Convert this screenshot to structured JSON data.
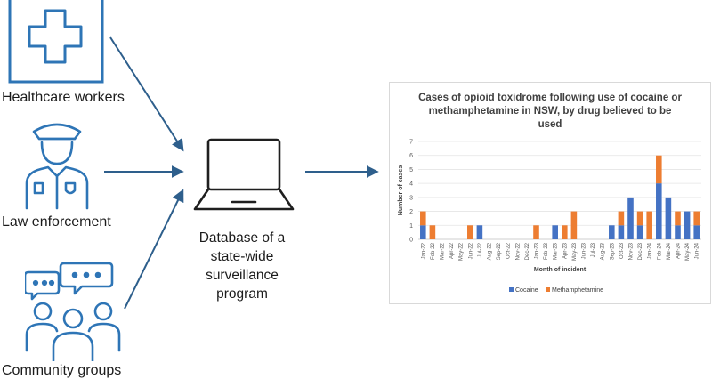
{
  "sources": [
    {
      "label": "Healthcare workers",
      "icon": "medical-cross-icon"
    },
    {
      "label": "Law enforcement",
      "icon": "police-officer-icon"
    },
    {
      "label": "Community groups",
      "icon": "people-group-chat-icon"
    }
  ],
  "database": {
    "icon": "laptop-icon",
    "label_lines": [
      "Database of a",
      "state-wide",
      "surveillance",
      "program"
    ]
  },
  "colors": {
    "icon_blue": "#2e75b6",
    "arrow": "#2e5f8c",
    "cocaine": "#4472c4",
    "methamphetamine": "#ed7d31"
  },
  "chart_data": {
    "type": "bar",
    "stacked": true,
    "title_lines": [
      "Cases of opioid  toxidrome following use of cocaine or",
      "methamphetamine  in NSW, by drug believed to be",
      "used"
    ],
    "xlabel": "Month of incident",
    "ylabel": "Number of cases",
    "ylim": [
      0,
      7
    ],
    "yticks": [
      0,
      1,
      2,
      3,
      4,
      5,
      6,
      7
    ],
    "grid": true,
    "legend_position": "bottom",
    "categories": [
      "Jan-22",
      "Feb-22",
      "Mar-22",
      "Apr-22",
      "May-22",
      "Jun-22",
      "Jul-22",
      "Aug-22",
      "Sep-22",
      "Oct-22",
      "Nov-22",
      "Dec-22",
      "Jan-23",
      "Feb-23",
      "Mar-23",
      "Apr-23",
      "May-23",
      "Jun-23",
      "Jul-23",
      "Aug-23",
      "Sep-23",
      "Oct-23",
      "Nov-23",
      "Dec-23",
      "Jan-24",
      "Feb-24",
      "Mar-24",
      "Apr-24",
      "May-24",
      "Jun-24"
    ],
    "series": [
      {
        "name": "Cocaine",
        "values": [
          1,
          0,
          0,
          0,
          0,
          0,
          1,
          0,
          0,
          0,
          0,
          0,
          0,
          0,
          1,
          0,
          0,
          0,
          0,
          0,
          1,
          1,
          3,
          1,
          0,
          4,
          3,
          1,
          2,
          1
        ]
      },
      {
        "name": "Methamphetamine",
        "values": [
          1,
          1,
          0,
          0,
          0,
          1,
          0,
          0,
          0,
          0,
          0,
          0,
          1,
          0,
          0,
          1,
          2,
          0,
          0,
          0,
          0,
          1,
          0,
          1,
          2,
          2,
          0,
          1,
          0,
          1
        ]
      }
    ]
  }
}
